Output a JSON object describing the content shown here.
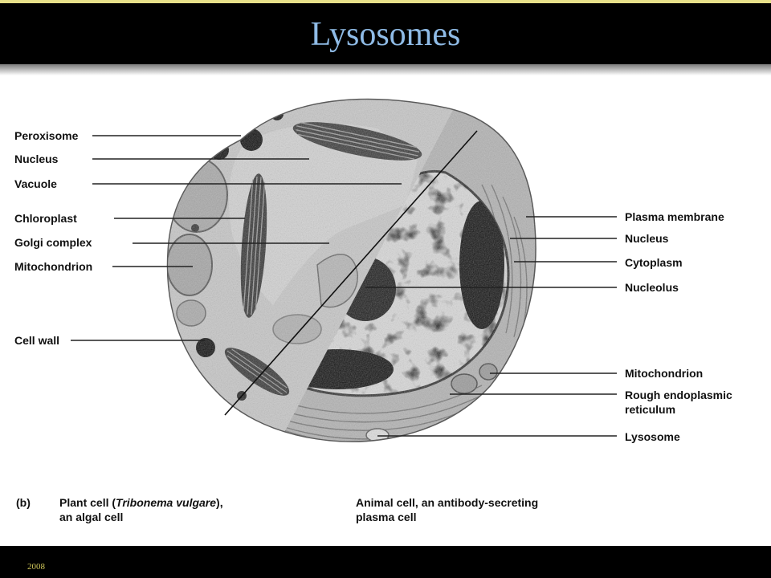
{
  "slide": {
    "title": "Lysosomes",
    "title_color": "#8fbbe6",
    "footer": "2008"
  },
  "figure": {
    "left_labels": [
      "Peroxisome",
      "Nucleus",
      "Vacuole",
      "Chloroplast",
      "Golgi complex",
      "Mitochondrion",
      "Cell wall"
    ],
    "right_labels": [
      "Plasma membrane",
      "Nucleus",
      "Cytoplasm",
      "Nucleolus",
      "Mitochondrion",
      "Rough endoplasmic",
      "reticulum",
      "Lysosome"
    ],
    "caption": {
      "part": "(b)",
      "plant_line1_pre": "Plant cell (",
      "plant_species": "Tribonema vulgare",
      "plant_line1_post": "),",
      "plant_line2": "an algal cell",
      "animal_line1": "Animal cell, an antibody-secreting",
      "animal_line2": "plasma cell"
    }
  }
}
